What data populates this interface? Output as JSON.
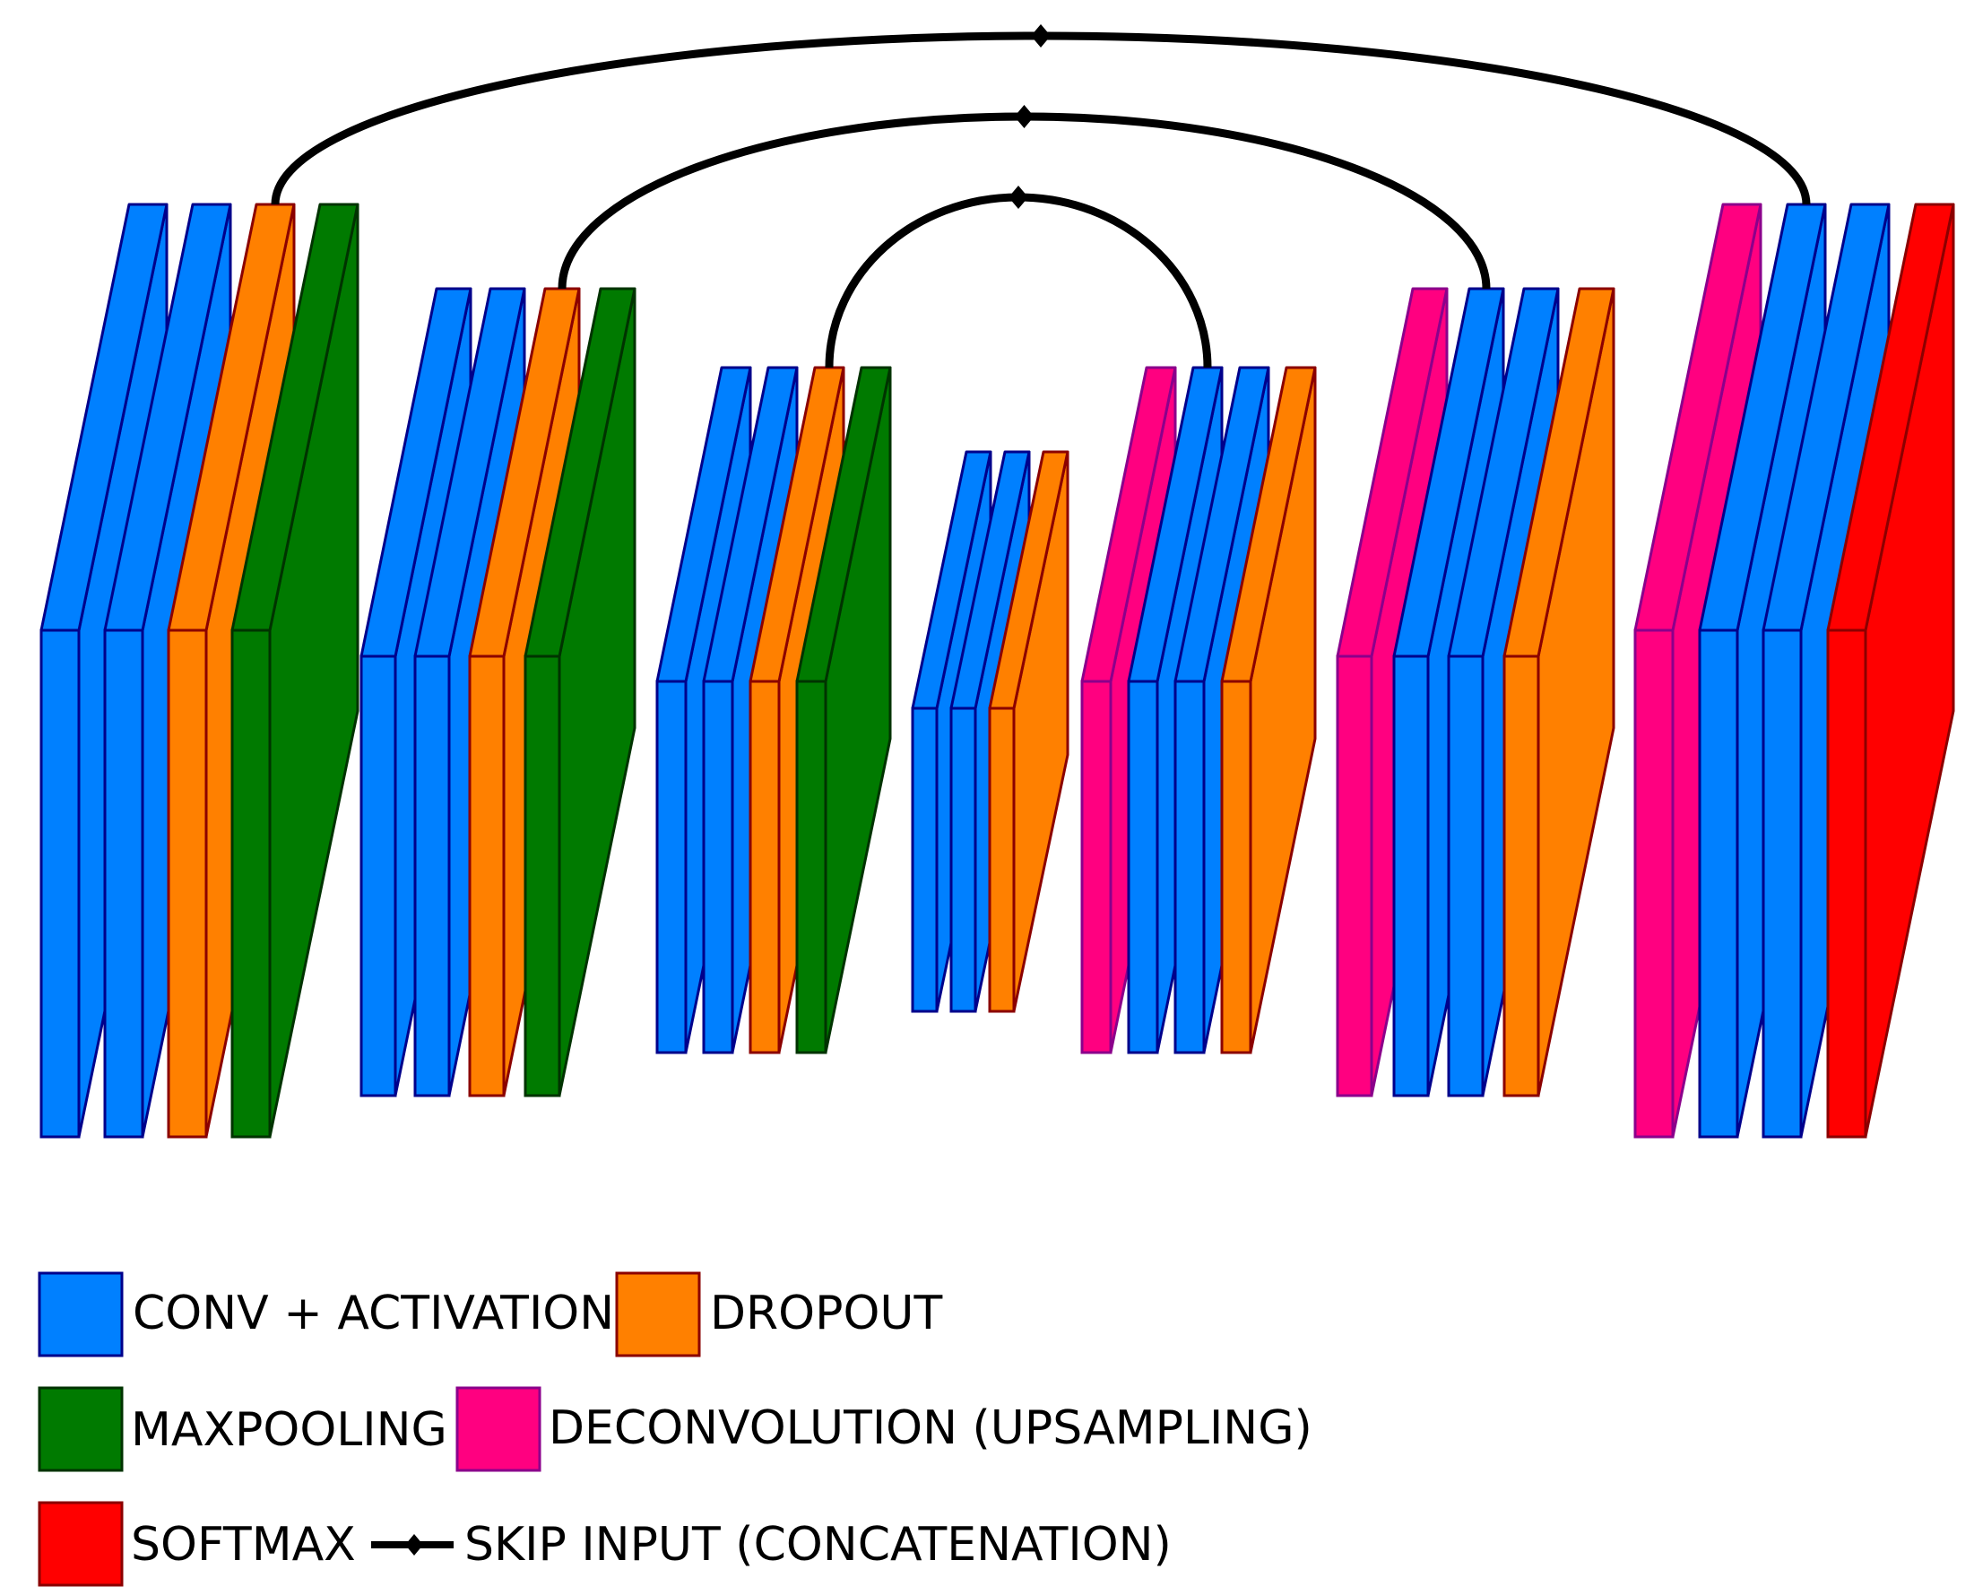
{
  "colors": {
    "conv": "#0080ff",
    "conv_stroke": "#00008b",
    "dropout": "#ff8000",
    "dropout_stroke": "#8b0000",
    "maxpool": "#007a00",
    "maxpool_stroke": "#003300",
    "deconv": "#ff0080",
    "deconv_stroke": "#8b008b",
    "softmax": "#ff0000",
    "softmax_stroke": "#8b0000",
    "skip": "#000000"
  },
  "blocks": [
    {
      "name": "encoder-block-1",
      "layers": [
        "conv",
        "conv",
        "dropout",
        "maxpool"
      ]
    },
    {
      "name": "encoder-block-2",
      "layers": [
        "conv",
        "conv",
        "dropout",
        "maxpool"
      ]
    },
    {
      "name": "encoder-block-3",
      "layers": [
        "conv",
        "conv",
        "dropout",
        "maxpool"
      ]
    },
    {
      "name": "bottleneck-block",
      "layers": [
        "conv",
        "conv",
        "dropout"
      ]
    },
    {
      "name": "decoder-block-1",
      "layers": [
        "deconv",
        "conv",
        "conv",
        "dropout"
      ]
    },
    {
      "name": "decoder-block-2",
      "layers": [
        "deconv",
        "conv",
        "conv",
        "dropout"
      ]
    },
    {
      "name": "decoder-block-3",
      "layers": [
        "deconv",
        "conv",
        "conv",
        "softmax"
      ]
    }
  ],
  "skip_connections": [
    {
      "from_block": 0,
      "to_block": 6
    },
    {
      "from_block": 1,
      "to_block": 5
    },
    {
      "from_block": 2,
      "to_block": 4
    }
  ],
  "legend": {
    "conv": "CONV + ACTIVATION",
    "dropout": "DROPOUT",
    "maxpool": "MAXPOOLING",
    "deconv": "DECONVOLUTION (UPSAMPLING)",
    "softmax": "SOFTMAX",
    "skip": "SKIP INPUT (CONCATENATION)"
  }
}
